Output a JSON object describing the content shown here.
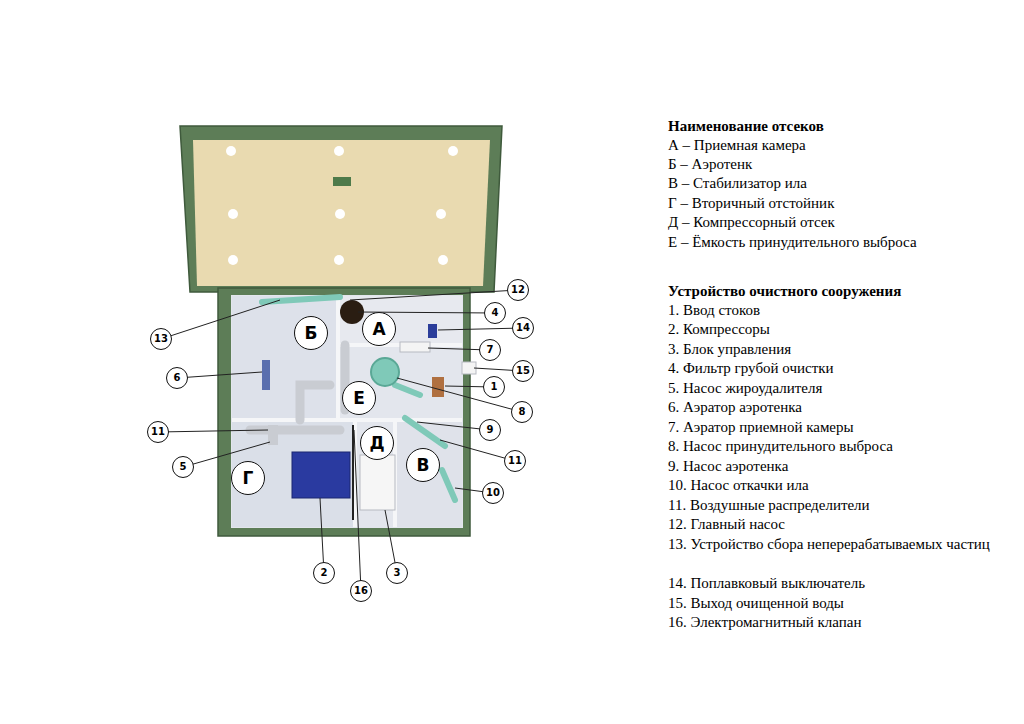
{
  "diagram": {
    "labels": [
      "12",
      "4",
      "14",
      "Б",
      "А",
      "13",
      "7",
      "15",
      "6",
      "1",
      "Е",
      "8",
      "9",
      "11",
      "5",
      "Г",
      "Д",
      "В",
      "11",
      "10",
      "2",
      "3",
      "16",
      "Наименование отсеков",
      "А – Приемная камера",
      "Б – Аэротенк",
      "В – Стабилизатор ила",
      "Г – Вторичный отстойник",
      "Д – Компрессорный отсек",
      "Е – Ёмкость принудительного выброса",
      "Устройство очистного сооружения",
      "1. Ввод стоков",
      "2. Компрессоры",
      "3. Блок управления",
      "4. Фильтр грубой очистки",
      "5. Насос жироудалителя",
      "6. Аэратор аэротенка",
      "7. Аэратор приемной камеры",
      "8. Насос принудительного выброса",
      "9. Насос аэротенка",
      "10. Насос откачки ила",
      "11. Воздушные распределители",
      "12. Главный насос",
      "13. Устройство сбора неперерабатываемых частиц",
      "14. Поплавковый выключатель",
      "15. Выход очищенной воды",
      "16. Электромагнитный клапан"
    ]
  }
}
